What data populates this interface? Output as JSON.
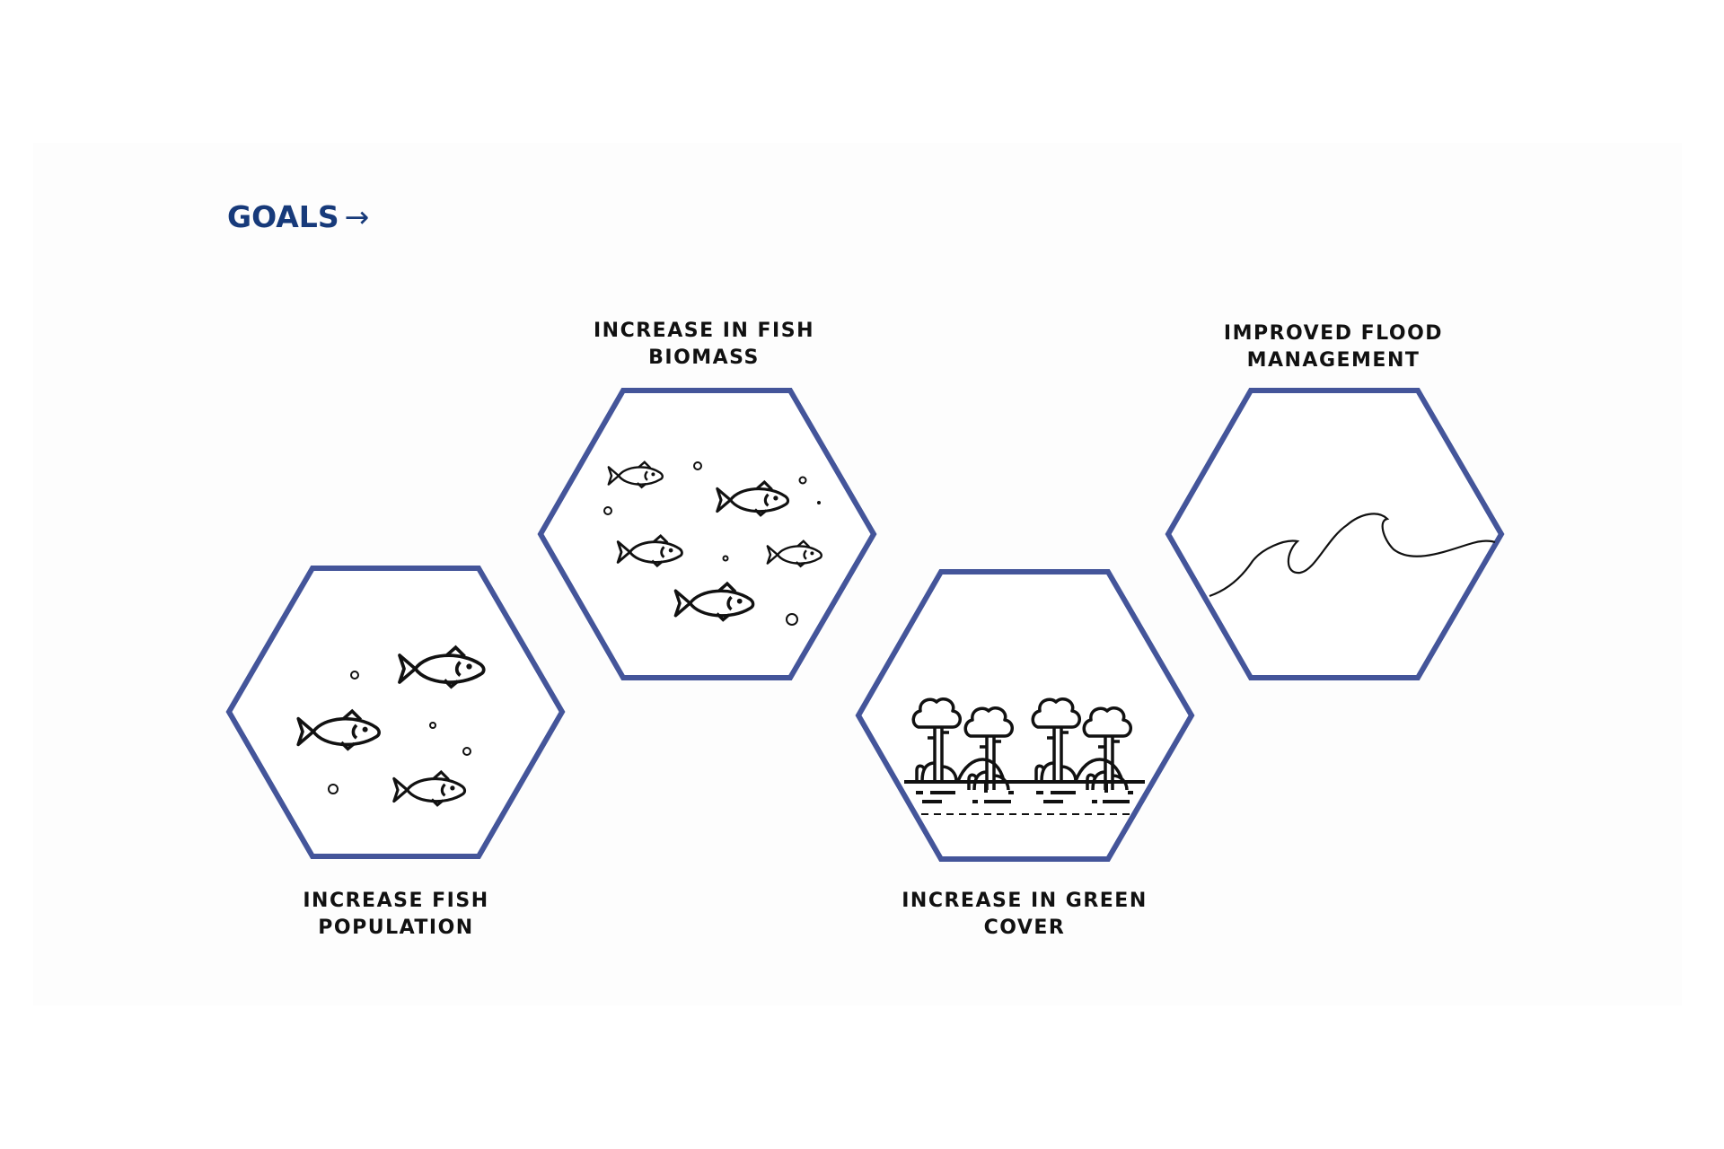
{
  "header": {
    "title": "GOALS",
    "arrow": "→"
  },
  "colors": {
    "title": "#173a7a",
    "hex_stroke": "#44559a",
    "icon": "#111111"
  },
  "goals": [
    {
      "label": "Increase Fish Population",
      "icon": "fish-icon"
    },
    {
      "label": "Increase in Fish Biomass",
      "icon": "fish-school-icon"
    },
    {
      "label": "Increase in Green Cover",
      "icon": "mangrove-trees-icon"
    },
    {
      "label": "Improved Flood Management",
      "icon": "wave-icon"
    }
  ]
}
